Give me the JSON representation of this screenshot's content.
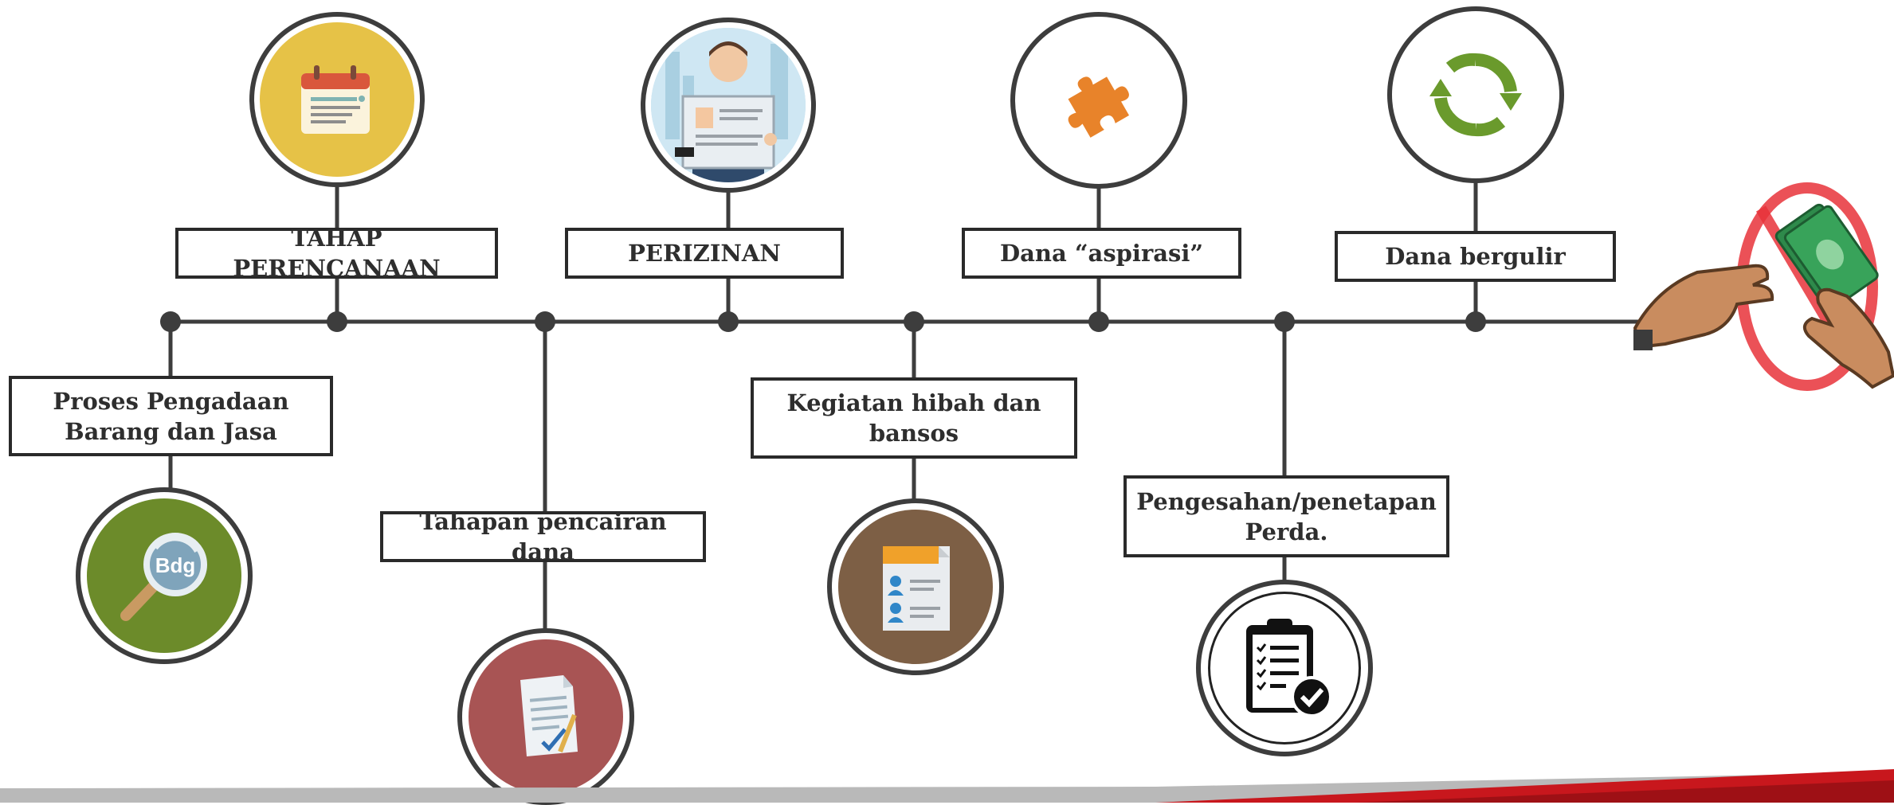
{
  "timeline": {
    "steps": [
      {
        "label": "TAHAP PERENCANAAN",
        "icon": "calendar-icon",
        "color": "#e6c247"
      },
      {
        "label": "PERIZINAN",
        "icon": "job-applicant-icon",
        "color": "#bfe0f0"
      },
      {
        "label": "Dana “aspirasi”",
        "icon": "puzzle-icon",
        "color": "#ffffff"
      },
      {
        "label": "Dana bergulir",
        "icon": "refresh-cycle-icon",
        "color": "#ffffff"
      },
      {
        "label": "Proses Pengadaan\nBarang dan Jasa",
        "icon": "search-bdg-icon",
        "color": "#6c8b2a",
        "mark": "Bdg"
      },
      {
        "label": "Tahapan pencairan dana",
        "icon": "document-sign-icon",
        "color": "#a85454"
      },
      {
        "label": "Kegiatan hibah dan\nbansos",
        "icon": "profile-document-icon",
        "color": "#7d5f45"
      },
      {
        "label": "Pengesahan/penetapan\nPerda.",
        "icon": "checklist-clipboard-icon",
        "color": "#ffffff"
      }
    ],
    "end_icon": "anti-bribery-icon"
  },
  "colors": {
    "line": "#3d3d3d",
    "accent_red": "#c8171d",
    "shadow_gray": "#b9b9b9",
    "anti_bribery_red": "#e8333a"
  }
}
